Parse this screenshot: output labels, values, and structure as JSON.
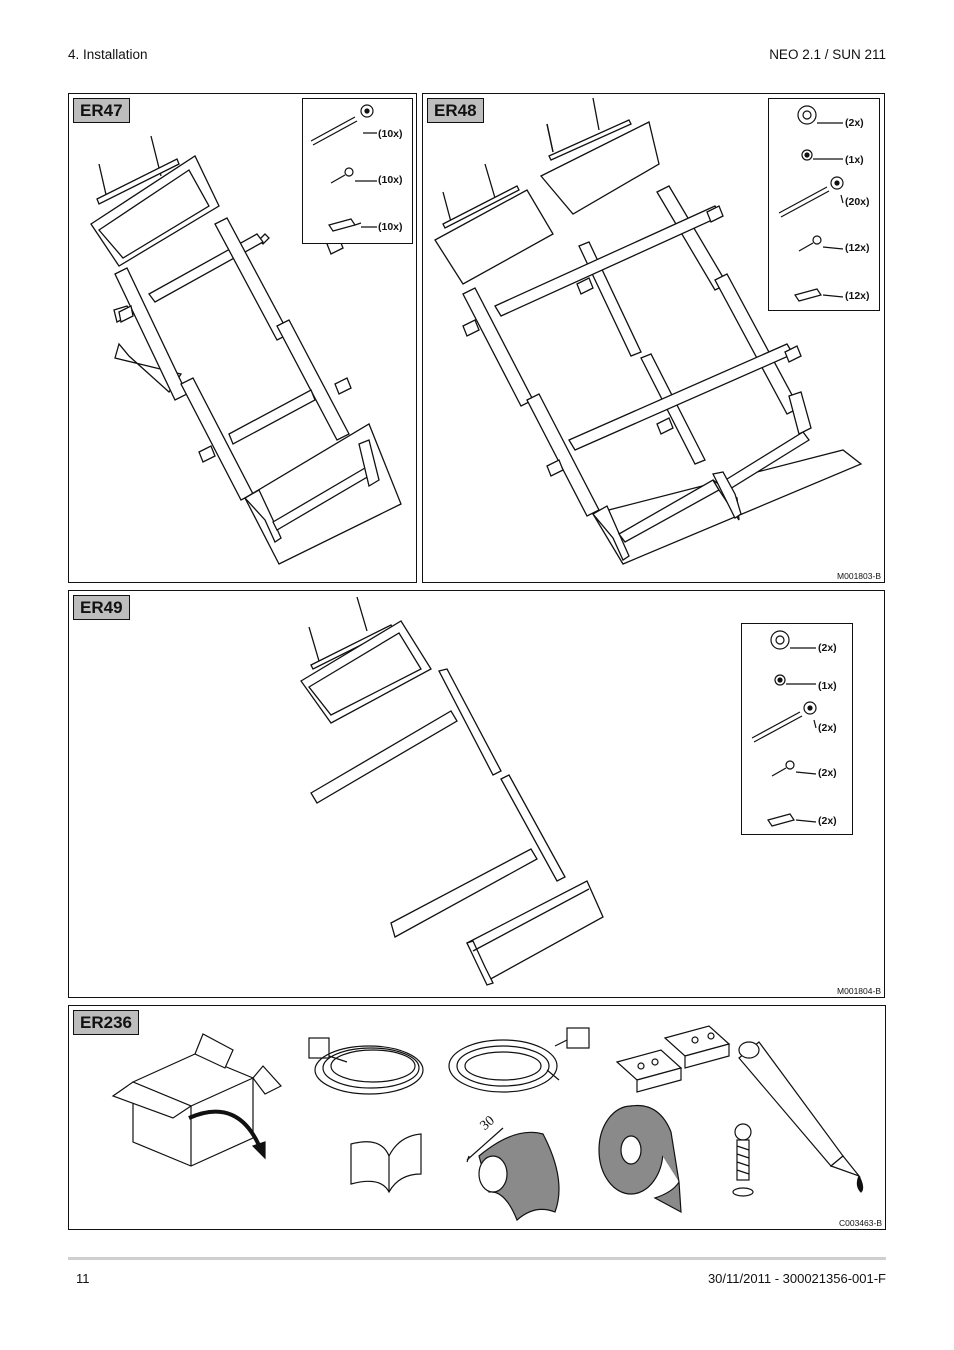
{
  "header": {
    "section": "4.  Installation",
    "product": "NEO 2.1 / SUN 211"
  },
  "panels": {
    "er47": {
      "tag": "ER47",
      "qty": [
        "(10x)",
        "(10x)",
        "(10x)"
      ]
    },
    "er48": {
      "tag": "ER48",
      "qty": [
        "(2x)",
        "(1x)",
        "(20x)",
        "(12x)",
        "(12x)"
      ],
      "code": "M001803-B"
    },
    "er49": {
      "tag": "ER49",
      "qty": [
        "(2x)",
        "(1x)",
        "(2x)",
        "(2x)",
        "(2x)"
      ],
      "code": "M001804-B"
    },
    "er236": {
      "tag": "ER236",
      "tape_width": "30",
      "code": "C003463-B"
    }
  },
  "footer": {
    "page": "11",
    "doc": "30/11/2011  - 300021356-001-F"
  }
}
